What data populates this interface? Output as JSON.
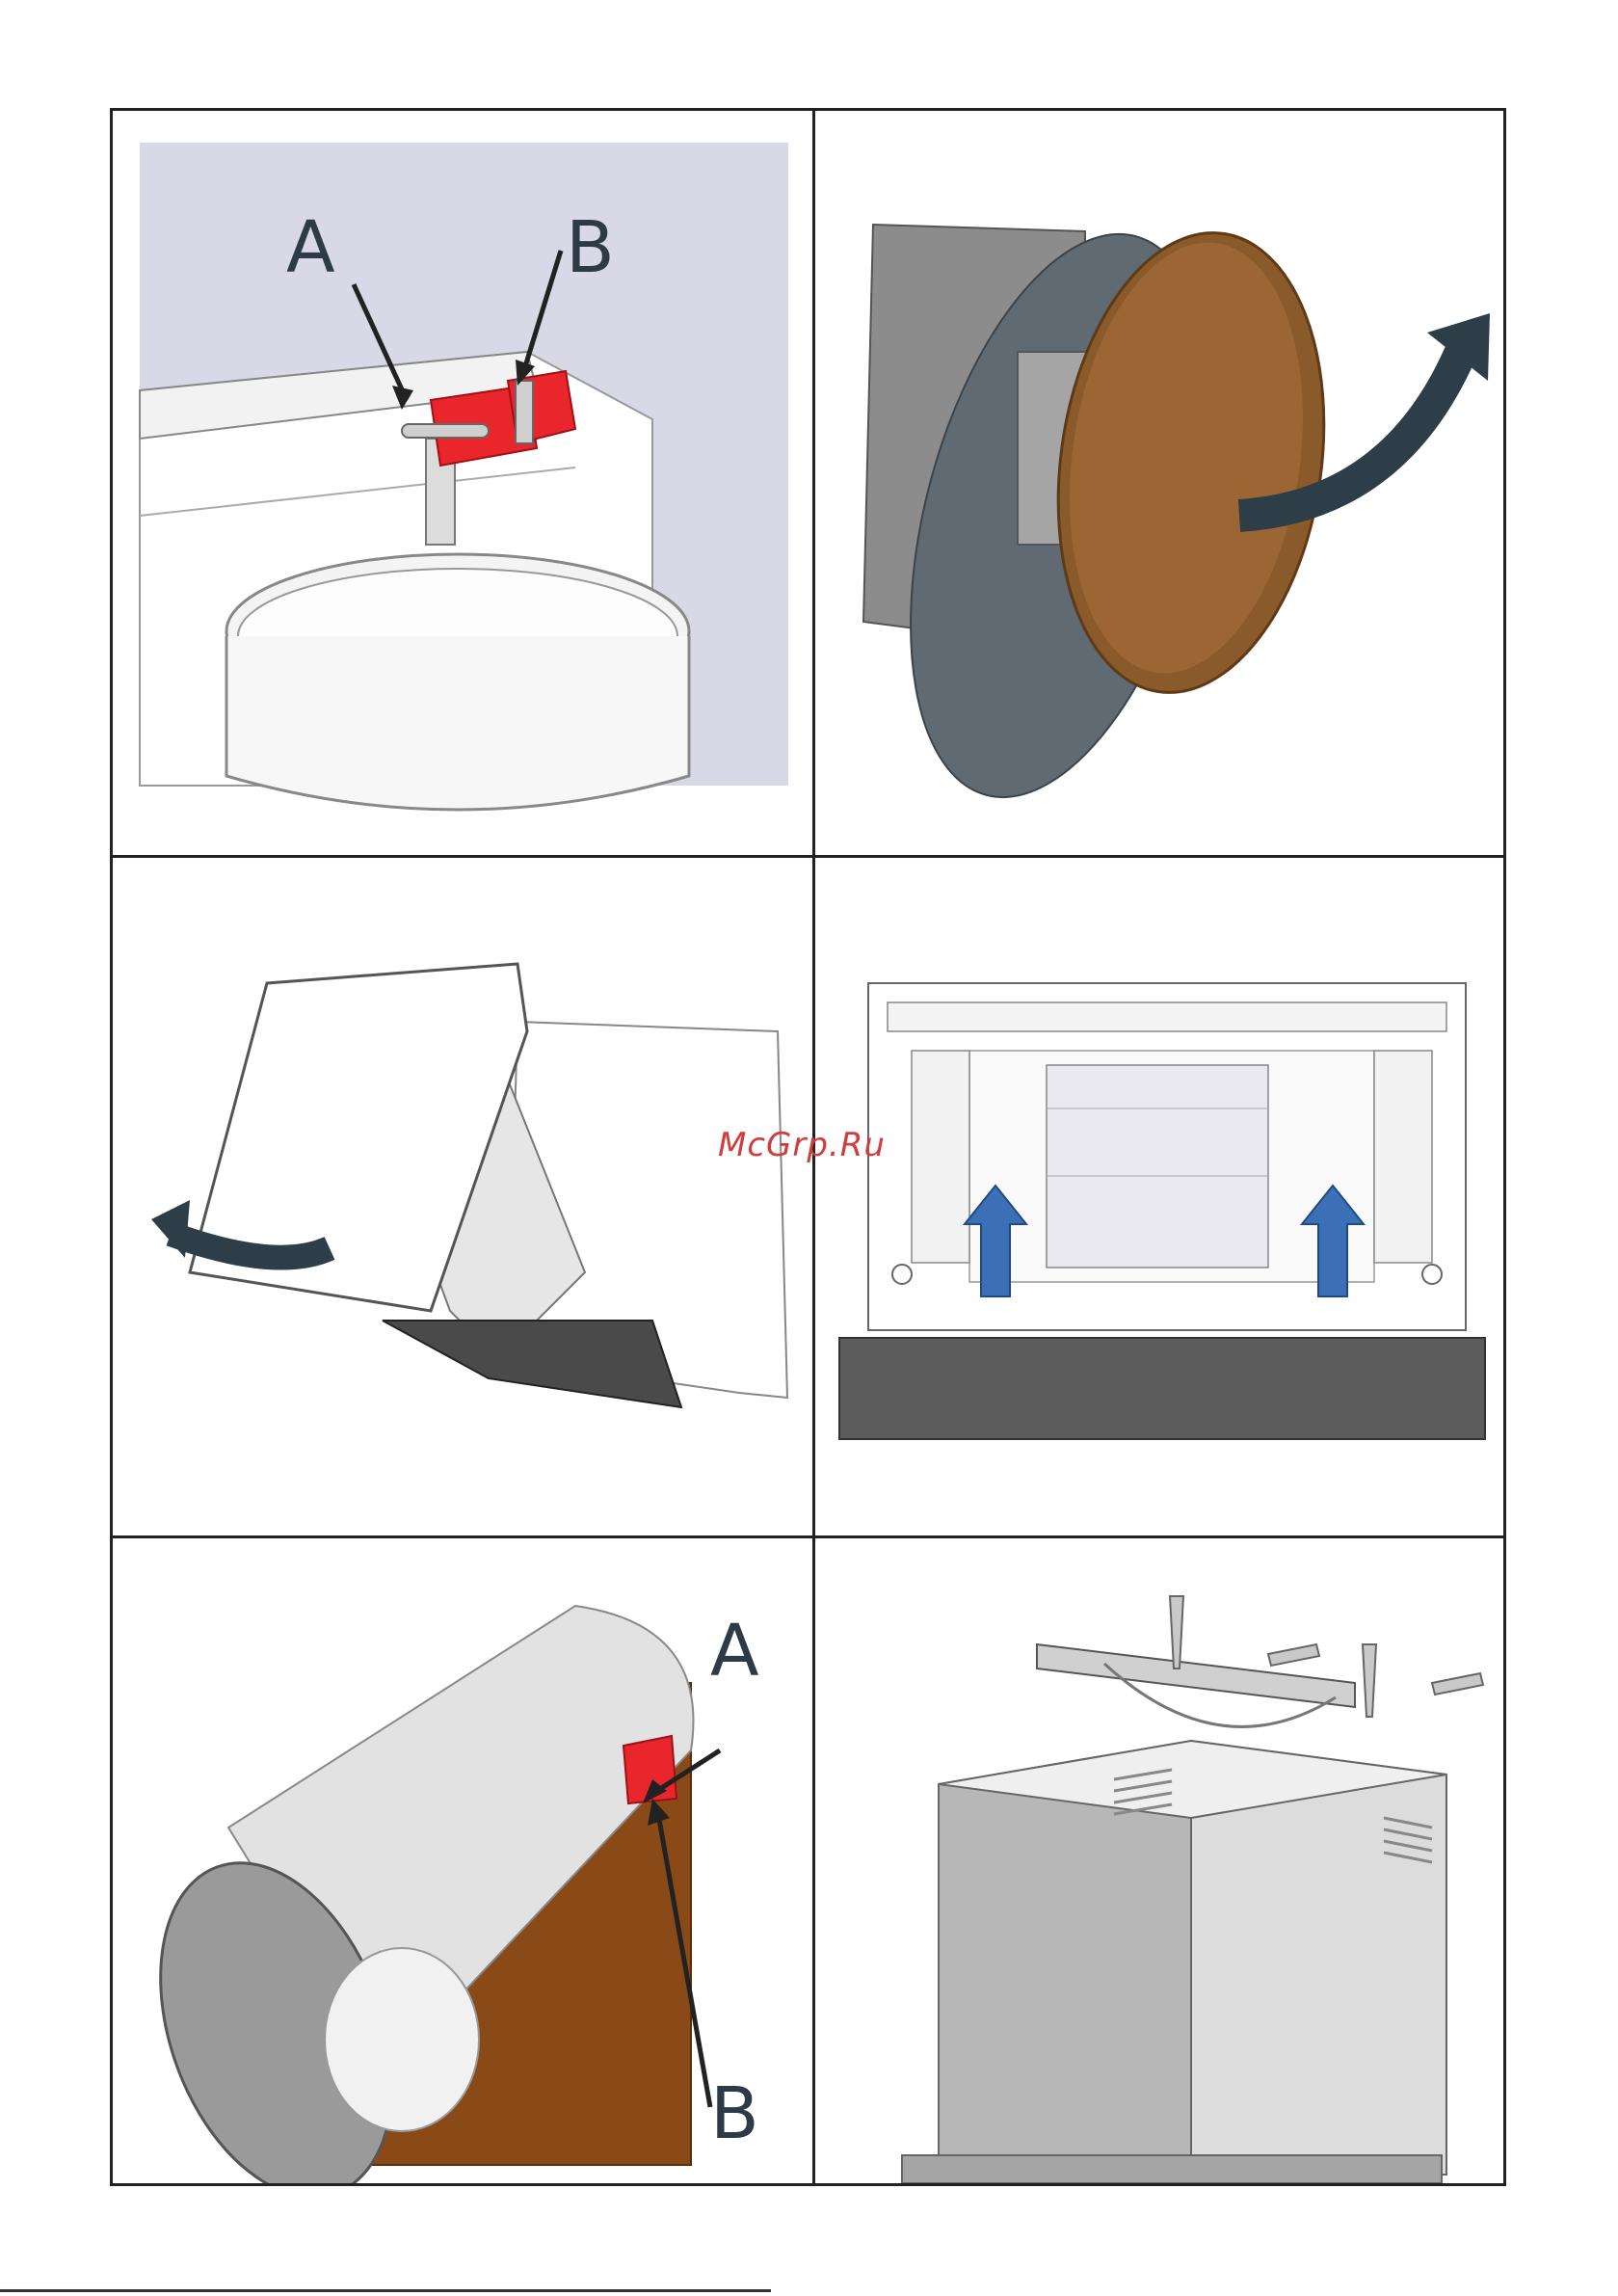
{
  "panels": {
    "p1": {
      "label_a": "A",
      "label_b": "B"
    },
    "p5": {
      "label_a": "A",
      "label_b": "B"
    }
  },
  "watermark": "McGrp.Ru",
  "colors": {
    "frame": "#222222",
    "bracket_red": "#e8262c",
    "arrow_dark": "#2d3e48",
    "arrow_blue": "#3b6fb6",
    "copper_panel": "#8a5a2b",
    "wall_lilac": "#d8d8e6"
  }
}
